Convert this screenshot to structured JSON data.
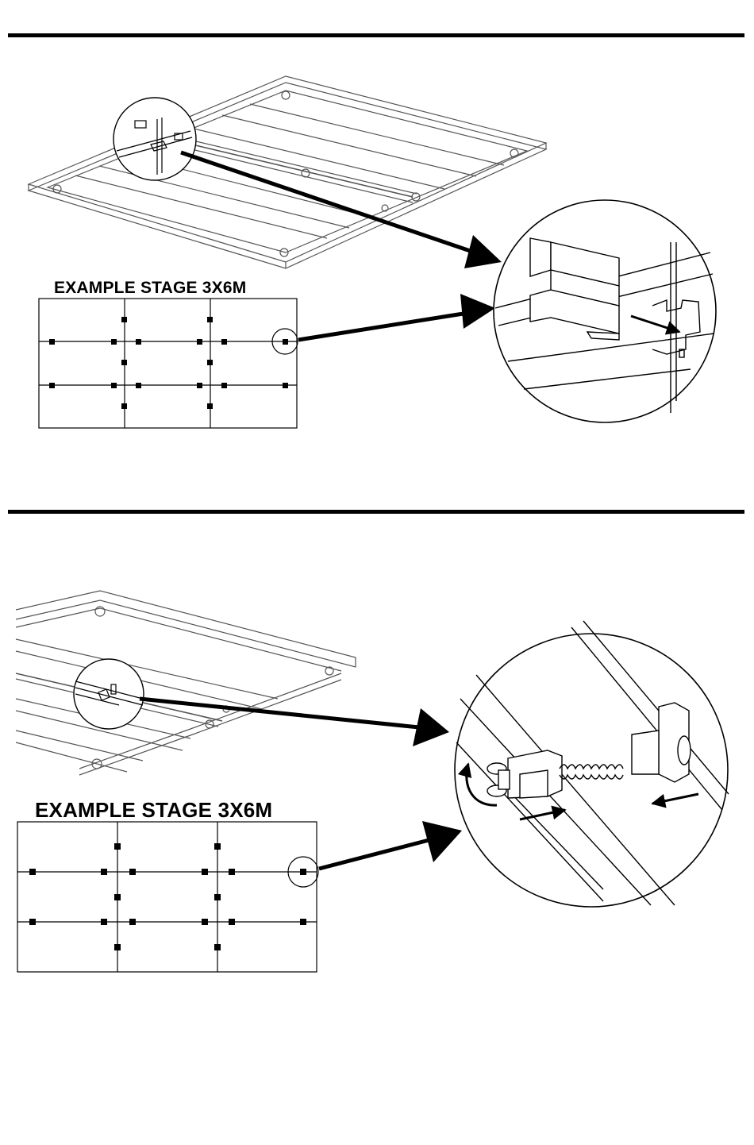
{
  "steps": [
    {
      "id": 1,
      "layout_title": "EXAMPLE STAGE 3X6M"
    },
    {
      "id": 2,
      "layout_title": "EXAMPLE STAGE 3X6M"
    }
  ],
  "colors": {
    "ink": "#000000",
    "panel_line": "#555555",
    "background": "#ffffff"
  },
  "icons": [
    "connector-clip-icon",
    "clamp-spring-icon",
    "wing-nut-icon",
    "rotate-arrow-icon",
    "push-arrow-icon"
  ]
}
